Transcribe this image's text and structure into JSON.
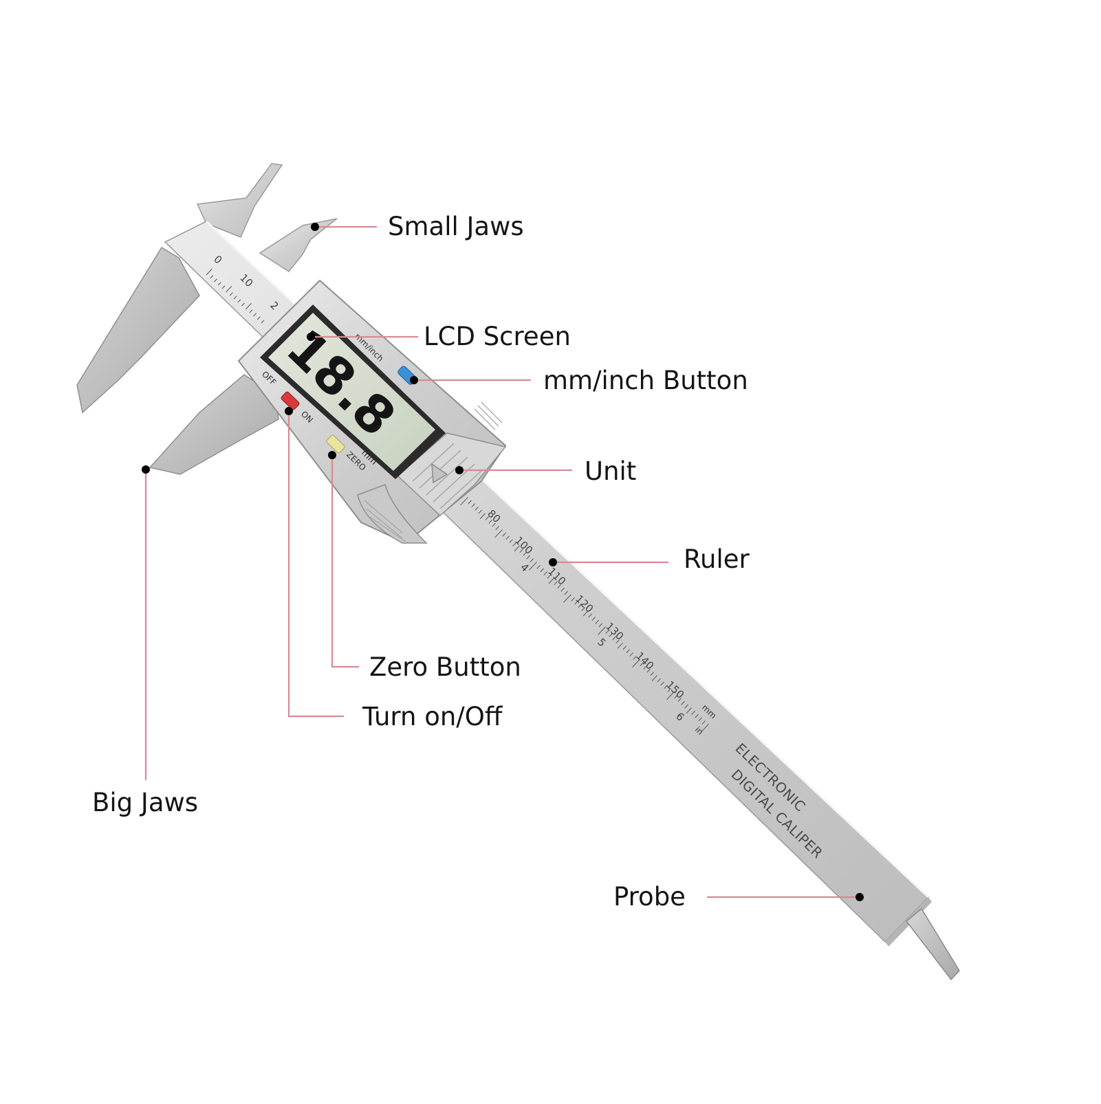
{
  "labels": {
    "small_jaws": "Small Jaws",
    "lcd_screen": "LCD Screen",
    "mm_inch_button": "mm/inch Button",
    "unit": "Unit",
    "ruler": "Ruler",
    "zero_button": "Zero Button",
    "turn_on_off": "Turn on/Off",
    "big_jaws": "Big Jaws",
    "probe": "Probe"
  },
  "device": {
    "display_reading": "18.8",
    "display_unit": "mm",
    "mm_inch_key": "mm/inch",
    "off_text": "OFF",
    "on_text": "ON",
    "zero_text": "ZERO",
    "brand_line1": "ELECTRONIC",
    "brand_line2": "DIGITAL CALIPER",
    "scale_unit_mm": "mm",
    "scale_unit_in": "in",
    "top_scale": [
      "0",
      "10",
      "2"
    ],
    "main_scale": [
      "80",
      "100",
      "110",
      "120",
      "130",
      "140",
      "150"
    ],
    "inch_scale": [
      "4",
      "5",
      "6"
    ]
  },
  "colors": {
    "leader": "#d88a92",
    "on_off_button": "#d63a3a",
    "mm_inch_button": "#3d8fd6",
    "zero_button": "#e9e3a0",
    "lcd": "#d4dccd",
    "metal": "#d2d2d2"
  }
}
